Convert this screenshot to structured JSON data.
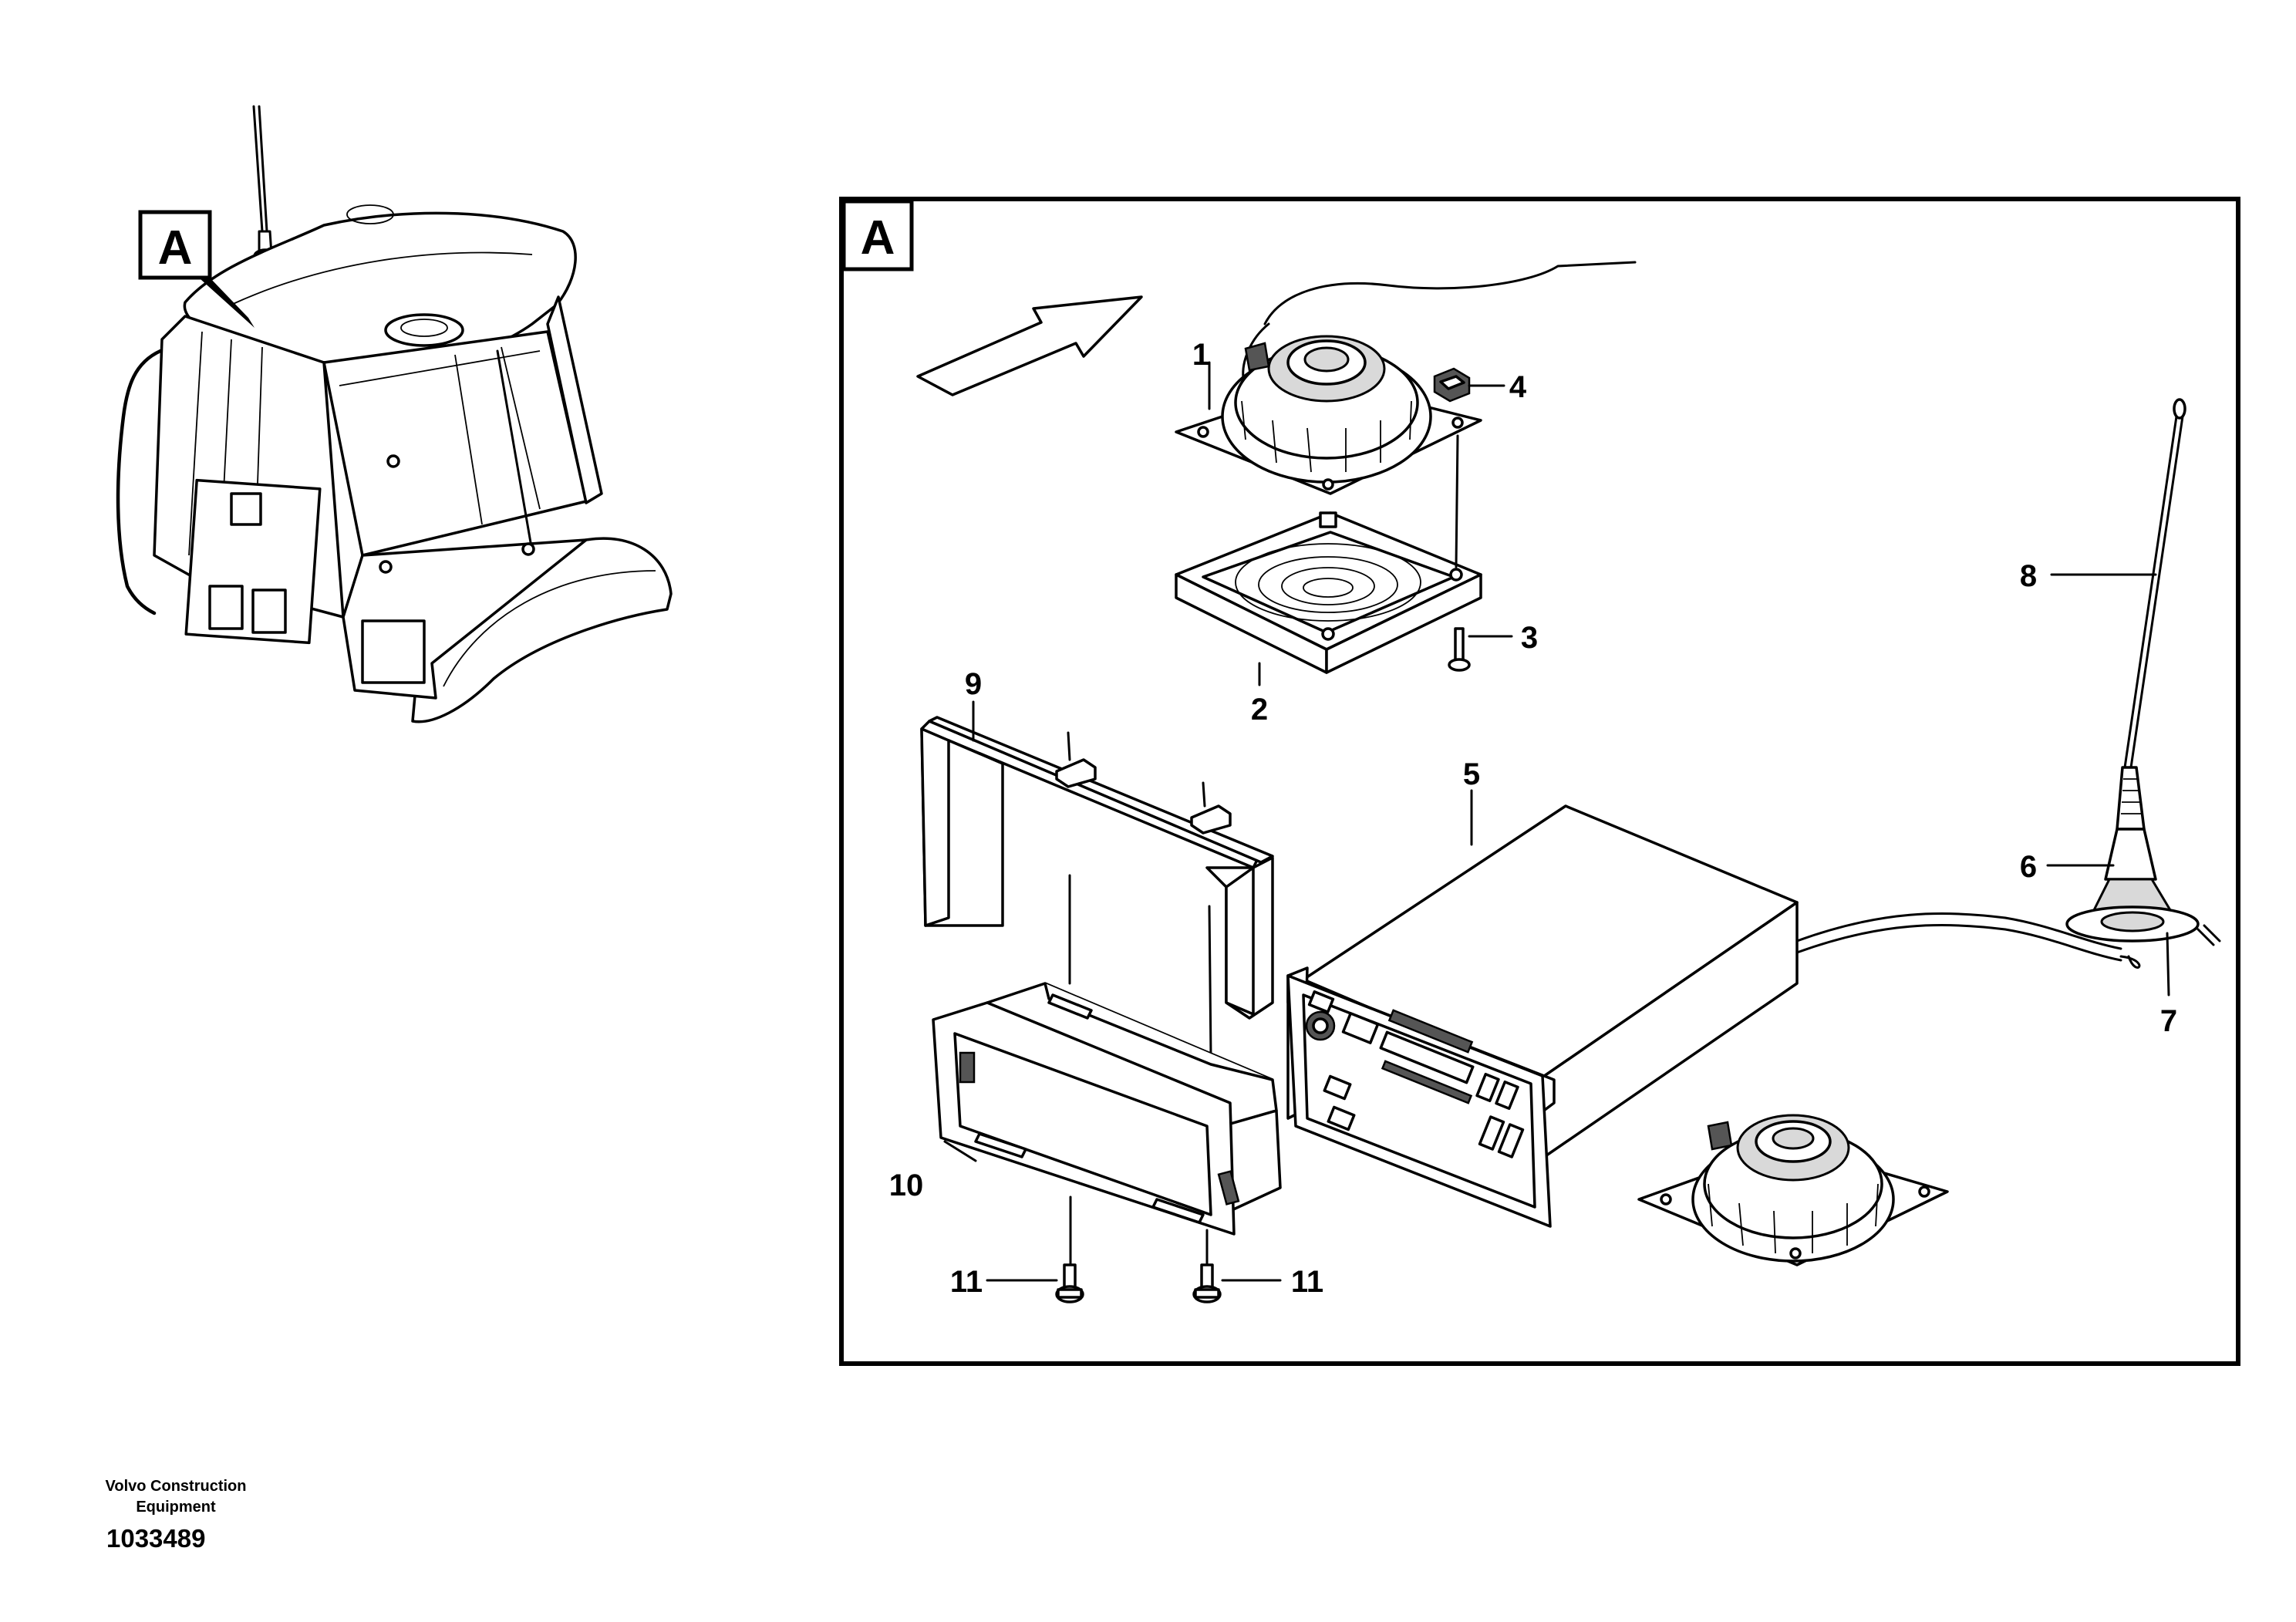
{
  "view_label_overview": "A",
  "detail_view": {
    "label": "A",
    "callouts": [
      "1",
      "2",
      "3",
      "4",
      "5",
      "6",
      "7",
      "8",
      "9",
      "10",
      "11",
      "11"
    ]
  },
  "footer": {
    "company": "Volvo Construction Equipment",
    "document_number": "1033489"
  }
}
